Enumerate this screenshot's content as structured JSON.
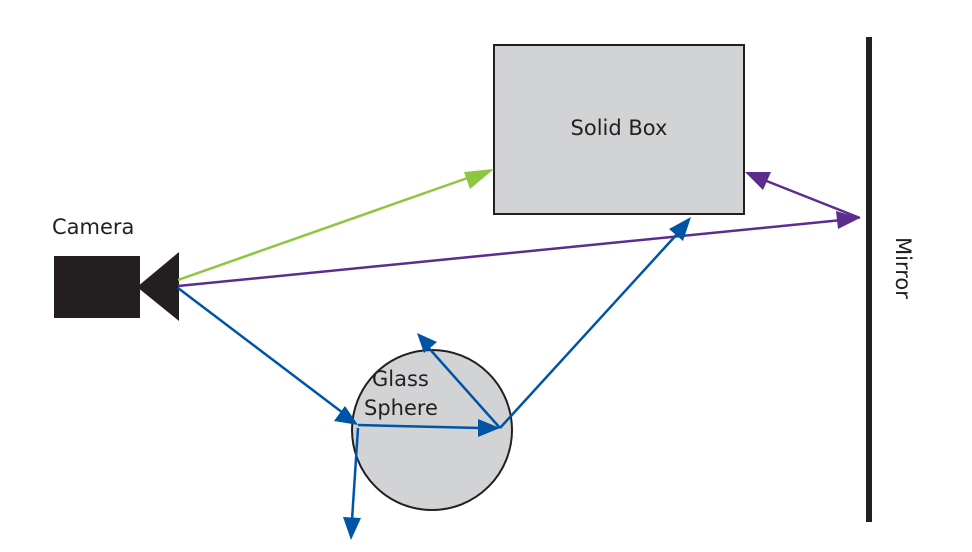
{
  "labels": {
    "camera": "Camera",
    "box": "Solid Box",
    "sphere_line1": "Glass",
    "sphere_line2": "Sphere",
    "mirror": "Mirror"
  },
  "colors": {
    "green_ray": "#8dc63f",
    "purple_ray": "#5b2d8e",
    "blue_ray": "#0054a6",
    "object_fill": "#d1d3d4",
    "outline": "#231f20"
  }
}
